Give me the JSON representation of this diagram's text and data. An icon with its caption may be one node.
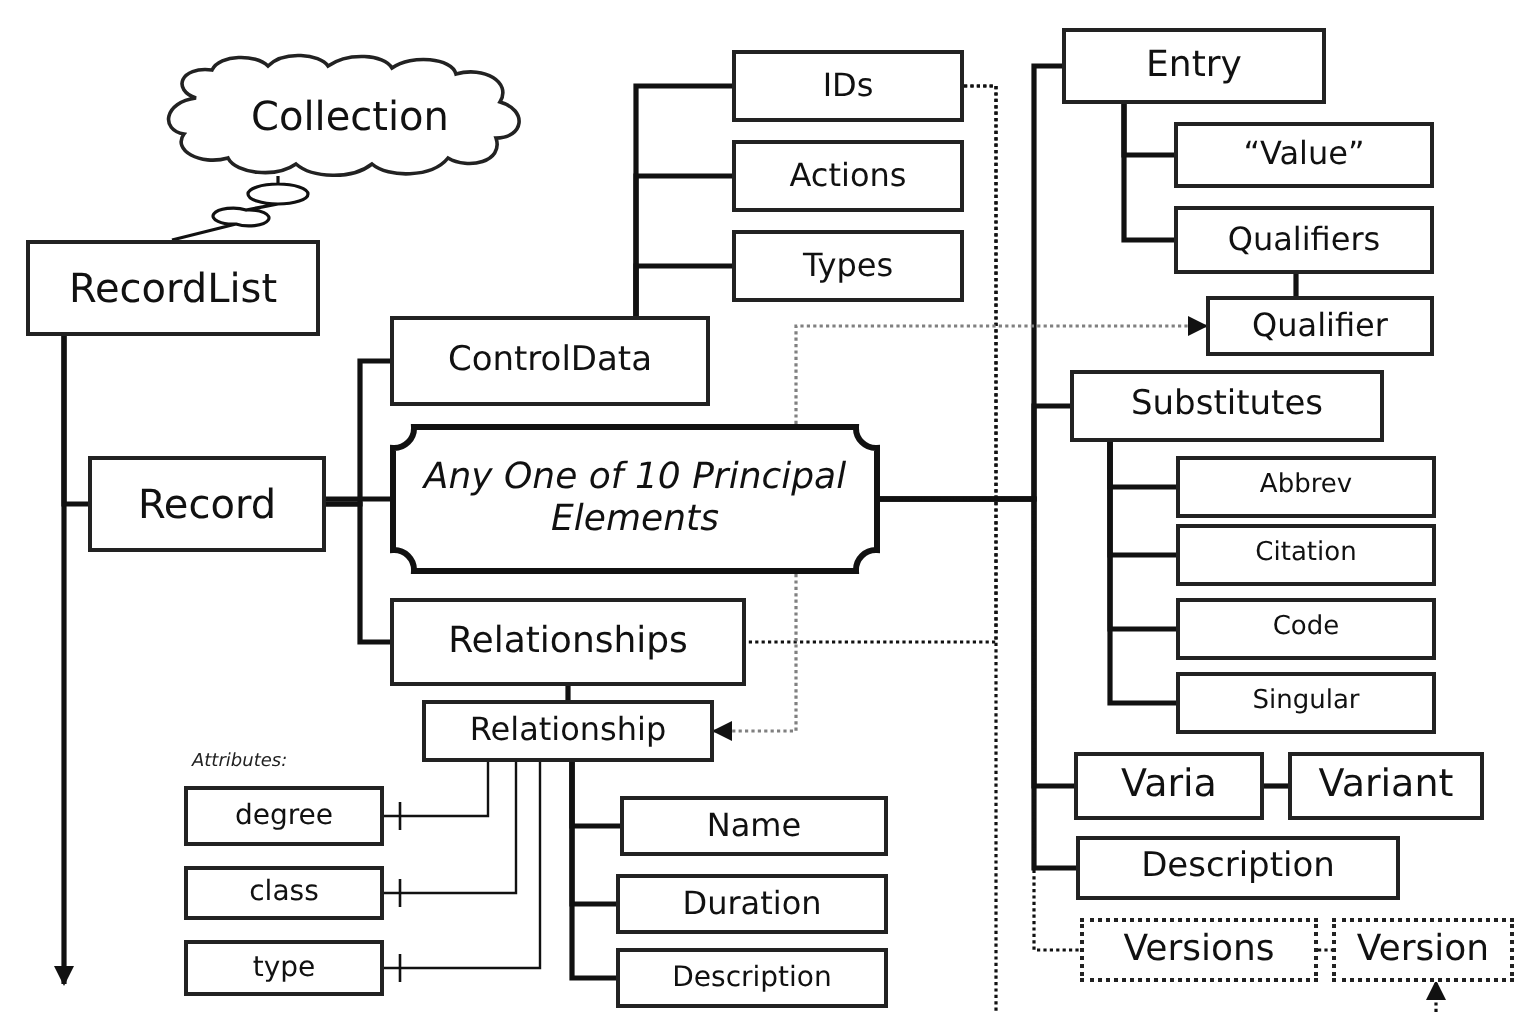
{
  "diagram": {
    "nodes": [
      {
        "text": [
          "Collection"
        ]
      },
      {
        "text": [
          "RecordList"
        ]
      },
      {
        "text": [
          "Record"
        ]
      },
      {
        "text": [
          "ControlData"
        ]
      },
      {
        "text": [
          "IDs"
        ]
      },
      {
        "text": [
          "Actions"
        ]
      },
      {
        "text": [
          "Types"
        ]
      },
      {
        "text": [
          "Any One of 10 Principal Elements"
        ]
      },
      {
        "text": [
          "Relationships"
        ]
      },
      {
        "text": [
          "Relationship"
        ]
      },
      {
        "text": [
          "degree"
        ]
      },
      {
        "text": [
          "class"
        ]
      },
      {
        "text": [
          "type"
        ]
      },
      {
        "text": [
          "Name"
        ]
      },
      {
        "text": [
          "Duration"
        ]
      },
      {
        "text": [
          "Description"
        ]
      },
      {
        "text": [
          "Entry"
        ]
      },
      {
        "text": [
          "“Value”"
        ]
      },
      {
        "text": [
          "Qualifiers"
        ]
      },
      {
        "text": [
          "Qualifier"
        ]
      },
      {
        "text": [
          "Substitutes"
        ]
      },
      {
        "text": [
          "Abbrev"
        ]
      },
      {
        "text": [
          "Citation"
        ]
      },
      {
        "text": [
          "Code"
        ]
      },
      {
        "text": [
          "Singular"
        ]
      },
      {
        "text": [
          "Varia"
        ]
      },
      {
        "text": [
          "Variant"
        ]
      },
      {
        "text": [
          "Description"
        ]
      },
      {
        "text": [
          "Versions"
        ]
      },
      {
        "text": [
          "Version"
        ]
      }
    ],
    "edges": [
      {
        "from": 1,
        "to": null,
        "arrow": "to"
      },
      {
        "from": 1,
        "to": 2,
        "arrow": "none"
      },
      {
        "from": 0,
        "to": 1,
        "arrow": "none"
      },
      {
        "from": 2,
        "to": 3,
        "arrow": "none"
      },
      {
        "from": 2,
        "to": 7,
        "arrow": "none"
      },
      {
        "from": 2,
        "to": 8,
        "arrow": "none"
      },
      {
        "from": 3,
        "to": 4,
        "arrow": "none"
      },
      {
        "from": 3,
        "to": 5,
        "arrow": "none"
      },
      {
        "from": 3,
        "to": 6,
        "arrow": "none"
      },
      {
        "from": 7,
        "to": 16,
        "arrow": "none"
      },
      {
        "from": 7,
        "to": 20,
        "arrow": "none"
      },
      {
        "from": 7,
        "to": 25,
        "arrow": "none"
      },
      {
        "from": 7,
        "to": 27,
        "arrow": "none"
      },
      {
        "from": 7,
        "to": 28,
        "arrow": "none",
        "style": "dashed"
      },
      {
        "from": 16,
        "to": 17,
        "arrow": "none"
      },
      {
        "from": 16,
        "to": 18,
        "arrow": "none"
      },
      {
        "from": 18,
        "to": 19,
        "arrow": "none"
      },
      {
        "from": 20,
        "to": 21,
        "arrow": "none"
      },
      {
        "from": 20,
        "to": 22,
        "arrow": "none"
      },
      {
        "from": 20,
        "to": 23,
        "arrow": "none"
      },
      {
        "from": 20,
        "to": 24,
        "arrow": "none"
      },
      {
        "from": 25,
        "to": 26,
        "arrow": "none"
      },
      {
        "from": 28,
        "to": 29,
        "arrow": "none",
        "style": "dashed"
      },
      {
        "from": null,
        "to": 29,
        "arrow": "to",
        "style": "dashed"
      },
      {
        "from": 8,
        "to": 9,
        "arrow": "none"
      },
      {
        "from": 9,
        "to": 13,
        "arrow": "none"
      },
      {
        "from": 9,
        "to": 14,
        "arrow": "none"
      },
      {
        "from": 9,
        "to": 15,
        "arrow": "none"
      },
      {
        "from": 9,
        "to": 10,
        "arrow": "other"
      },
      {
        "from": 9,
        "to": 11,
        "arrow": "other"
      },
      {
        "from": 9,
        "to": 12,
        "arrow": "other"
      },
      {
        "from": 4,
        "to": 8,
        "arrow": "none",
        "style": "dashed"
      },
      {
        "from": 4,
        "to": null,
        "arrow": "none",
        "style": "dashed"
      },
      {
        "from": 7,
        "to": 19,
        "arrow": "to",
        "style": "dashed",
        "color": "#808080"
      },
      {
        "from": 7,
        "to": 9,
        "arrow": "to",
        "style": "dashed",
        "color": "#808080"
      }
    ],
    "labels": [
      "Attributes:"
    ]
  }
}
